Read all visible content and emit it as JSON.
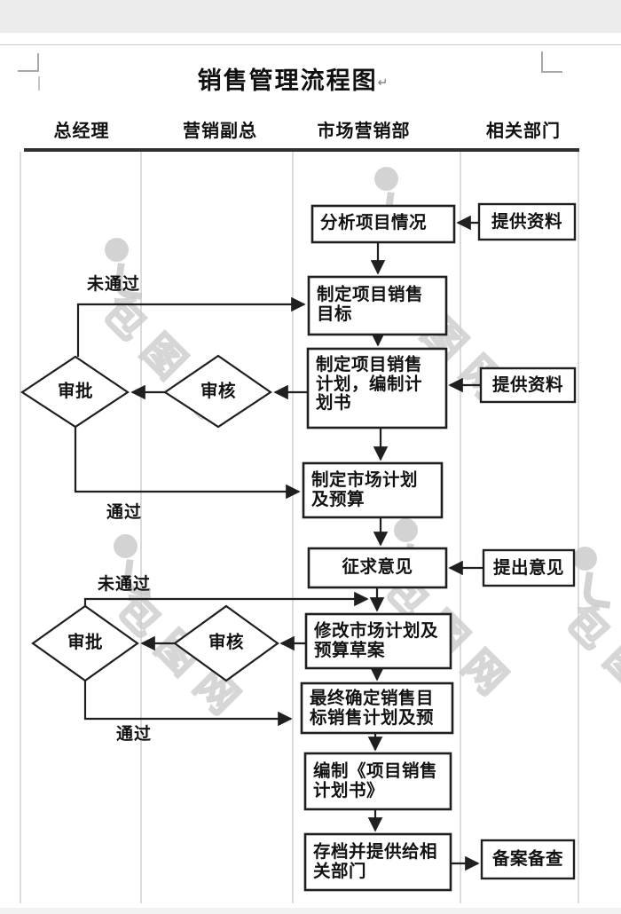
{
  "page": {
    "title": "销售管理流程图",
    "title_mark": "↵"
  },
  "lanes": [
    {
      "label": "总经理"
    },
    {
      "label": "营销副总"
    },
    {
      "label": "市场营销部"
    },
    {
      "label": "相关部门"
    }
  ],
  "nodes": {
    "analyze": {
      "lines": [
        "分析项目情况"
      ]
    },
    "set_target": {
      "lines": [
        "制定项目销售",
        "目标"
      ]
    },
    "make_plan": {
      "lines": [
        "制定项目销售",
        "计划，编制计",
        "划书"
      ]
    },
    "market_plan": {
      "lines": [
        "制定市场计划",
        "及预算"
      ]
    },
    "solicit": {
      "lines": [
        "征求意见"
      ]
    },
    "revise": {
      "lines": [
        "修改市场计划及",
        "预算草案"
      ]
    },
    "finalize": {
      "lines": [
        "最终确定销售目",
        "标销售计划及预"
      ]
    },
    "compile": {
      "lines": [
        "编制《项目销售",
        "计划书》"
      ]
    },
    "archive": {
      "lines": [
        "存档并提供给相",
        "关部门"
      ]
    },
    "provide_info_1": {
      "label": "提供资料"
    },
    "provide_info_2": {
      "label": "提供资料"
    },
    "give_opinion": {
      "label": "提出意见"
    },
    "record": {
      "label": "备案备查"
    },
    "approve_1": {
      "label": "审批"
    },
    "review_1": {
      "label": "审核"
    },
    "approve_2": {
      "label": "审批"
    },
    "review_2": {
      "label": "审核"
    }
  },
  "edge_labels": {
    "fail_1": "未通过",
    "pass_1": "通过",
    "fail_2": "未通过",
    "pass_2": "通过"
  },
  "watermark": {
    "text": "包图网"
  },
  "colors": {
    "line": "#1f1f1f",
    "lane_divider": "#dcdcdc",
    "header_rule": "#2f2f2f",
    "watermark": "#cccccc"
  }
}
